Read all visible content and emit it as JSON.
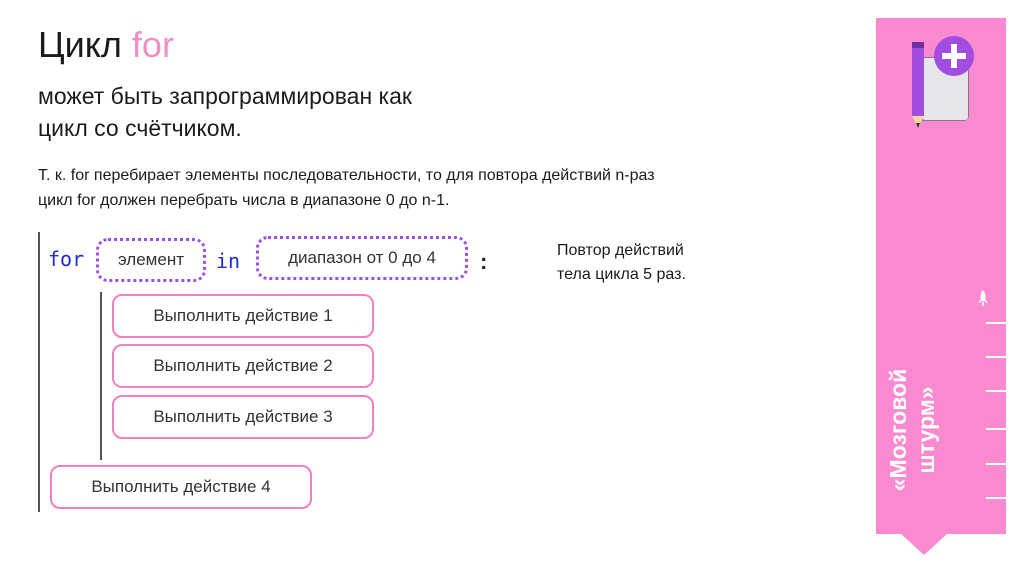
{
  "title": {
    "main": "Цикл",
    "keyword": "for"
  },
  "subtitle": [
    "может быть запрограммирован как",
    "цикл со счётчиком."
  ],
  "description": [
    "Т. к. for перебирает элементы последовательности, то для повтора действий n-раз",
    "цикл for должен перебрать числа в диапазоне 0 до n-1."
  ],
  "code": {
    "for_kw": "for",
    "element": "элемент",
    "in_kw": "in",
    "range": "диапазон от 0 до 4",
    "colon": ":"
  },
  "note": [
    "Повтор действий",
    "тела цикла 5 раз."
  ],
  "actions": [
    "Выполнить действие 1",
    "Выполнить действие 2",
    "Выполнить действие 3"
  ],
  "outer_action": "Выполнить действие 4",
  "side_panel": {
    "line1": "«Мозговой",
    "line2": "штурм»"
  },
  "icons": {
    "logo": "notebook-pencil-plus-icon",
    "rocket": "rocket-icon"
  },
  "colors": {
    "accent_pink": "#f98ad0",
    "keyword_pink": "#f28dc6",
    "code_blue": "#1f2bcf",
    "dotted_purple": "#9c4ee6",
    "action_border": "#f080c0"
  }
}
